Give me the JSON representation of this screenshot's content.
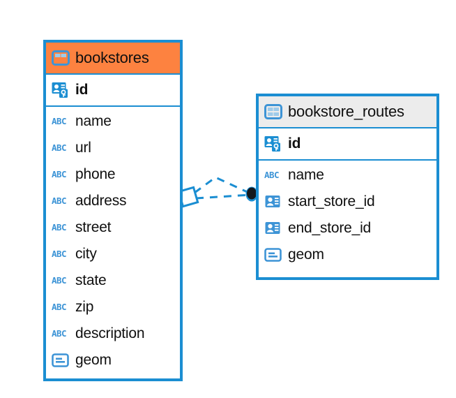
{
  "diagram": {
    "type": "er-diagram",
    "background_color": "#ffffff",
    "accent_color": "#1b8ed2",
    "selected_header_color": "#fd8240",
    "unselected_header_color": "#ececec",
    "icon_color": "#3d94d6",
    "text_color": "#101010"
  },
  "entities": [
    {
      "name": "bookstores",
      "title_icon": "table-icon",
      "selected": true,
      "primary_keys": [
        {
          "name": "id",
          "icon": "primary-key-icon",
          "bold": true
        }
      ],
      "fields": [
        {
          "name": "name",
          "icon": "abc-text-icon",
          "type_glyph": "ABC"
        },
        {
          "name": "url",
          "icon": "abc-text-icon",
          "type_glyph": "ABC"
        },
        {
          "name": "phone",
          "icon": "abc-text-icon",
          "type_glyph": "ABC"
        },
        {
          "name": "address",
          "icon": "abc-text-icon",
          "type_glyph": "ABC"
        },
        {
          "name": "street",
          "icon": "abc-text-icon",
          "type_glyph": "ABC"
        },
        {
          "name": "city",
          "icon": "abc-text-icon",
          "type_glyph": "ABC"
        },
        {
          "name": "state",
          "icon": "abc-text-icon",
          "type_glyph": "ABC"
        },
        {
          "name": "zip",
          "icon": "abc-text-icon",
          "type_glyph": "ABC"
        },
        {
          "name": "description",
          "icon": "abc-text-icon",
          "type_glyph": "ABC"
        },
        {
          "name": "geom",
          "icon": "geometry-icon",
          "type_glyph": ""
        }
      ]
    },
    {
      "name": "bookstore_routes",
      "title_icon": "table-icon",
      "selected": false,
      "primary_keys": [
        {
          "name": "id",
          "icon": "primary-key-icon",
          "bold": true
        }
      ],
      "fields": [
        {
          "name": "name",
          "icon": "abc-text-icon",
          "type_glyph": "ABC"
        },
        {
          "name": "start_store_id",
          "icon": "foreign-key-icon",
          "type_glyph": ""
        },
        {
          "name": "end_store_id",
          "icon": "foreign-key-icon",
          "type_glyph": ""
        },
        {
          "name": "geom",
          "icon": "geometry-icon",
          "type_glyph": ""
        }
      ]
    }
  ],
  "relationship": {
    "style": "dashed",
    "color": "#1b8ed2",
    "source_entity": "bookstores",
    "target_entity": "bookstore_routes",
    "source_endpoint": "diamond",
    "target_endpoint": "filled-circle",
    "target_endpoint_color": "#14181d"
  }
}
